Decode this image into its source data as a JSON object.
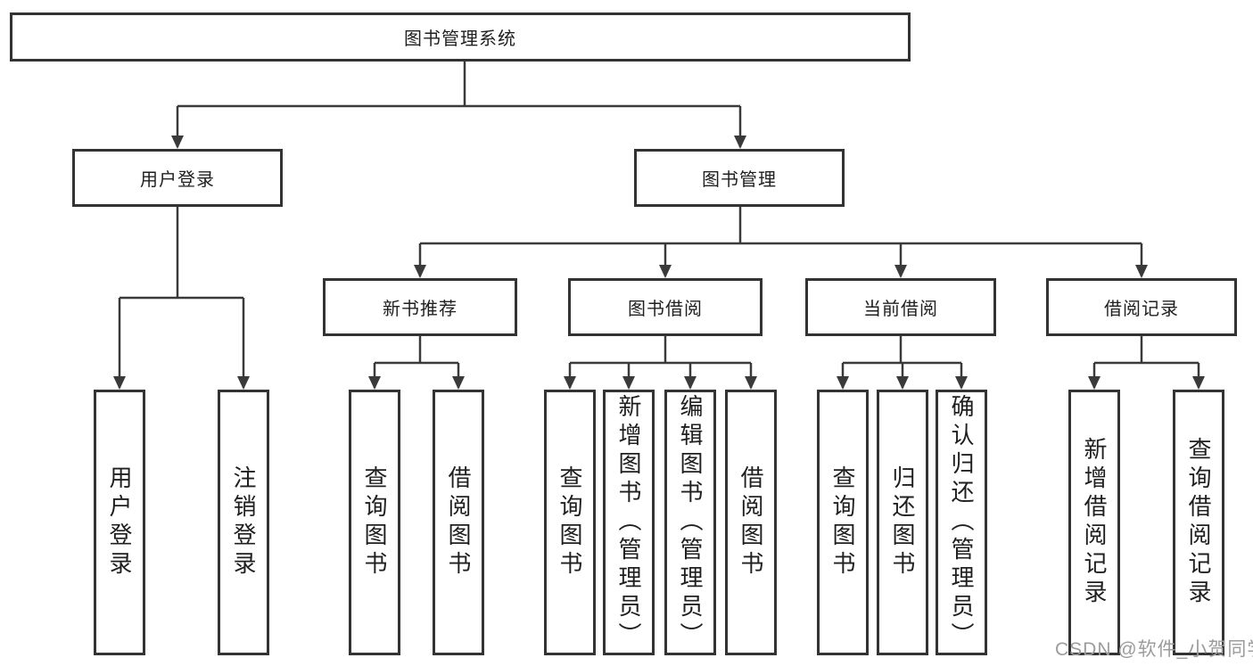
{
  "diagram": {
    "root": {
      "label": "图书管理系统"
    },
    "branches": [
      {
        "label": "用户登录",
        "children": [
          {
            "label": "用户登录"
          },
          {
            "label": "注销登录"
          }
        ]
      },
      {
        "label": "图书管理",
        "groups": [
          {
            "label": "新书推荐",
            "children": [
              {
                "label": "查询图书"
              },
              {
                "label": "借阅图书"
              }
            ]
          },
          {
            "label": "图书借阅",
            "children": [
              {
                "label": "查询图书"
              },
              {
                "label": "新增图书（管理员）"
              },
              {
                "label": "编辑图书（管理员）"
              },
              {
                "label": "借阅图书"
              }
            ]
          },
          {
            "label": "当前借阅",
            "children": [
              {
                "label": "查询图书"
              },
              {
                "label": "归还图书"
              },
              {
                "label": "确认归还（管理员）"
              }
            ]
          },
          {
            "label": "借阅记录",
            "children": [
              {
                "label": "新增借阅记录"
              },
              {
                "label": "查询借阅记录"
              }
            ]
          }
        ]
      }
    ]
  },
  "watermark": {
    "text": "CSDN @软件_小贺同学"
  },
  "colors": {
    "border": "#333333",
    "line": "#3a3a3a",
    "text": "#1f1f1f",
    "watermark": "#9c9c9c",
    "background": "#ffffff"
  }
}
